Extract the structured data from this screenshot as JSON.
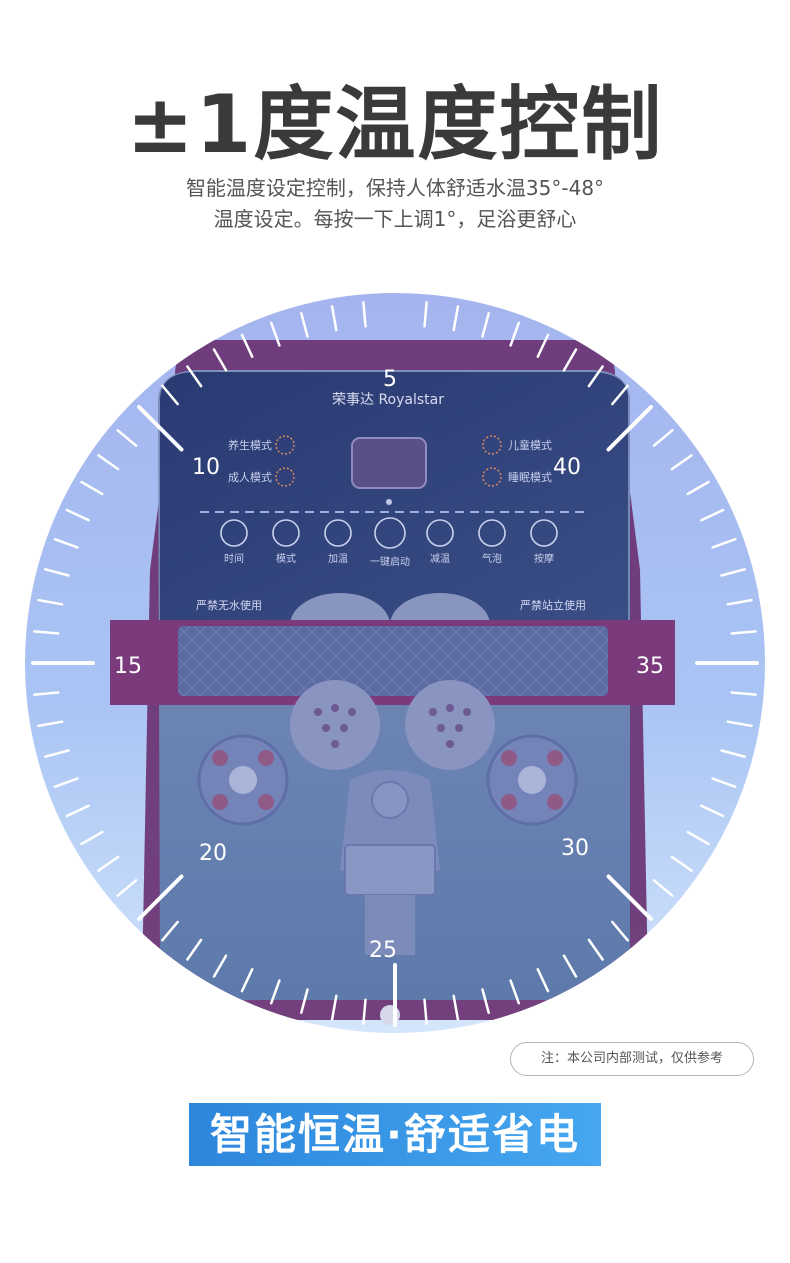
{
  "header": {
    "title": "±1度温度控制",
    "desc_line1": "智能温度设定控制，保持人体舒适水温35°-48°",
    "desc_line2": "温度设定。每按一下上调1°，足浴更舒心"
  },
  "dial": {
    "numbers": [
      "5",
      "10",
      "15",
      "20",
      "25",
      "30",
      "35",
      "40"
    ],
    "colors": {
      "disc_top": "#9fb2ee",
      "disc_bottom": "#cfe2fb",
      "ticks": "#ffffff",
      "numbers": "#ffffff"
    }
  },
  "device": {
    "brand": "荣事达 Royalstar",
    "modes_left": [
      "养生模式",
      "成人模式"
    ],
    "modes_right": [
      "儿童模式",
      "睡眠模式"
    ],
    "buttons": [
      "时间",
      "模式",
      "加温",
      "一键启动",
      "减温",
      "气泡",
      "按摩"
    ],
    "warning_left": "严禁无水使用",
    "warning_right": "严禁站立使用",
    "colors": {
      "shell": "#7a3a7c",
      "panel": "#27386b",
      "basin": "#6f86b3"
    }
  },
  "note": "注：本公司内部测试，仅供参考",
  "banner": "智能恒温·舒适省电"
}
